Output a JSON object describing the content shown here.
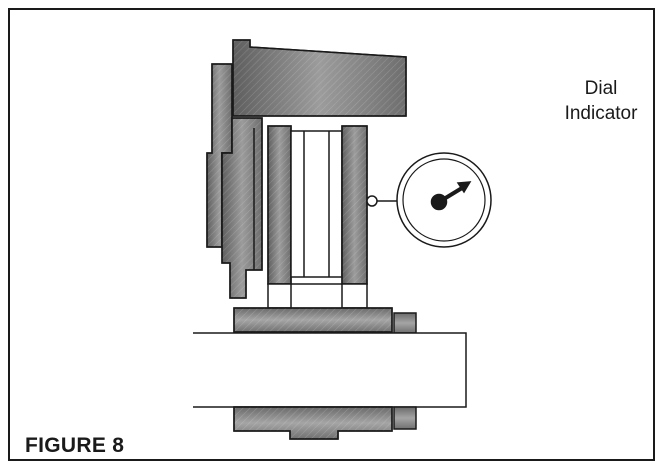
{
  "labels": {
    "dial_line1": "Dial",
    "dial_line2": "Indicator"
  },
  "caption": "FIGURE 8",
  "colors": {
    "stroke": "#1a1a1a",
    "hatch_fill": "#8a8a8a",
    "background": "#ffffff"
  }
}
